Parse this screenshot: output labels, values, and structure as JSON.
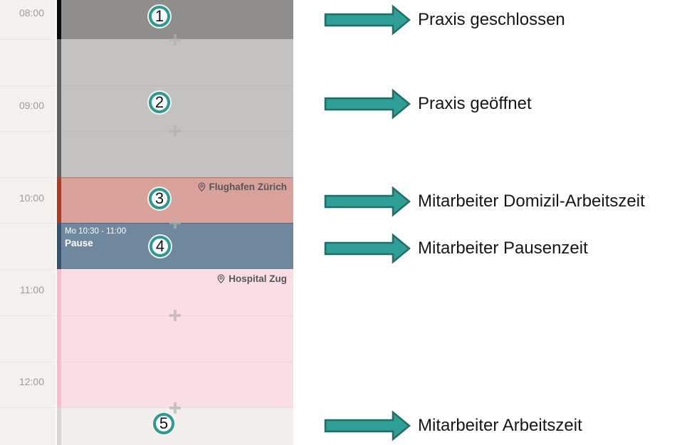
{
  "calendar": {
    "times": [
      "08:00",
      "09:00",
      "10:00",
      "11:00",
      "12:00"
    ],
    "events": [
      {
        "name": "praxis-geschlossen"
      },
      {
        "name": "praxis-geoeffnet"
      },
      {
        "name": "domizil-arbeitszeit",
        "location": "Flughafen Zürich"
      },
      {
        "name": "pausenzeit",
        "time_range": "Mo 10:30 - 11:00",
        "title": "Pause"
      },
      {
        "name": "arbeitszeit-extern",
        "location": "Hospital Zug"
      },
      {
        "name": "arbeitszeit-praxis"
      }
    ],
    "icons": {
      "add": "plus-icon",
      "location": "location-pin-icon"
    }
  },
  "legend": {
    "items": [
      {
        "number": "1",
        "label": "Praxis geschlossen"
      },
      {
        "number": "2",
        "label": "Praxis geöffnet"
      },
      {
        "number": "3",
        "label": "Mitarbeiter Domizil-Arbeitszeit"
      },
      {
        "number": "4",
        "label": "Mitarbeiter Pausenzeit"
      },
      {
        "number": "5",
        "label": "Mitarbeiter Arbeitszeit"
      }
    ]
  },
  "colors": {
    "accent_teal": "#2a9a93",
    "arrow_fill": "#2f9e97",
    "arrow_border": "#1e6f6a",
    "closed_gray": "#8f8e8d",
    "open_gray": "#c3c2c0",
    "domizil_salmon": "#d8a19a",
    "pause_blue": "#70889d",
    "work_pink": "#f9dfe3",
    "praxis_cream": "#f3efec"
  }
}
